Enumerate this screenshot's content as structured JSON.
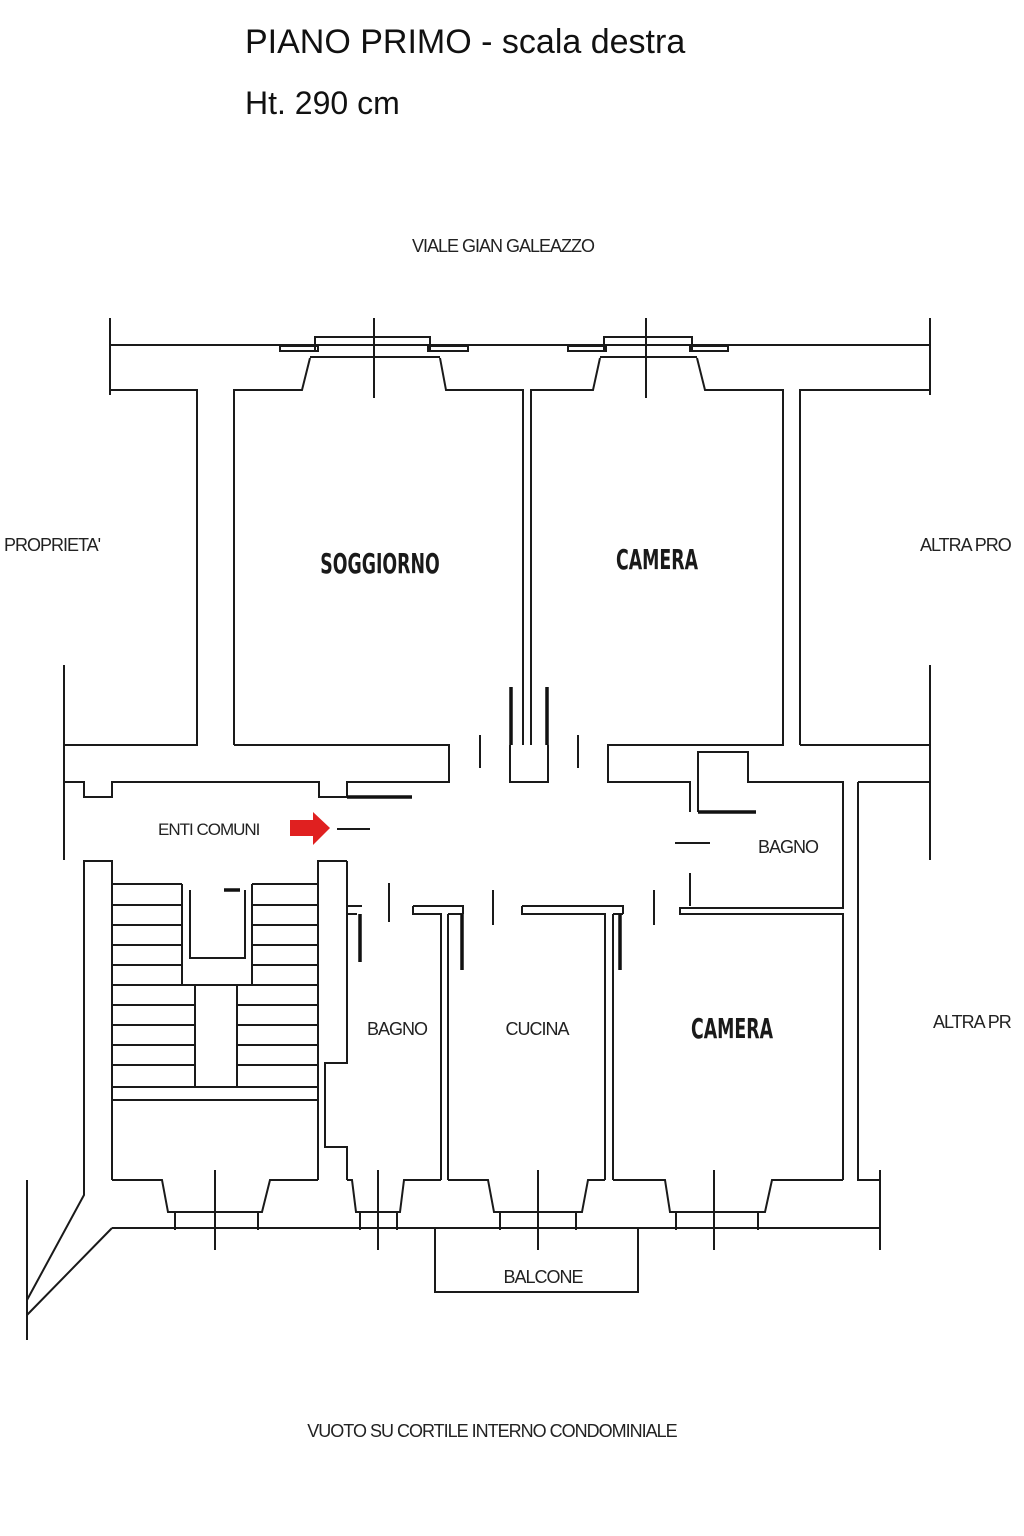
{
  "header": {
    "title": "PIANO PRIMO - scala destra",
    "height": "Ht. 290 cm"
  },
  "labels": {
    "street": "VIALE GIAN GALEAZZO",
    "left_property": "PROPRIETA'",
    "right_property_top": "ALTRA PRO",
    "right_property_bottom": "ALTRA PR",
    "courtyard": "VUOTO SU CORTILE INTERNO CONDOMINIALE",
    "common_areas": "ENTI COMUNI"
  },
  "rooms": {
    "living": "SOGGIORNO",
    "bedroom_top": "CAMERA",
    "bath_right": "BAGNO",
    "bath_left": "BAGNO",
    "kitchen": "CUCINA",
    "bedroom_bottom": "CAMERA",
    "balcony": "BALCONE"
  },
  "colors": {
    "entrance_arrow": "#e02020",
    "lines": "#1a1a1a"
  }
}
